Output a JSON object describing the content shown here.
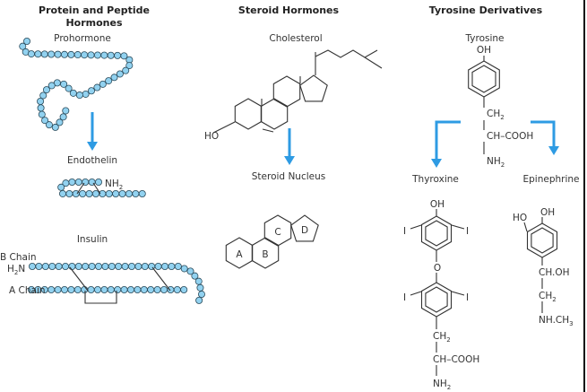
{
  "columns": {
    "protein": {
      "title_line1": "Protein and Peptide",
      "title_line2": "Hormones",
      "prohormone": "Prohormone",
      "endothelin": "Endothelin",
      "nh2": "NH",
      "insulin": "Insulin",
      "b_chain": "B Chain",
      "h2n": "H N",
      "a_chain": "A Chain"
    },
    "steroid": {
      "title": "Steroid Hormones",
      "cholesterol": "Cholesterol",
      "ho": "HO",
      "steroid_nucleus": "Steroid Nucleus",
      "rings": [
        "A",
        "B",
        "C",
        "D"
      ]
    },
    "tyrosine": {
      "title": "Tyrosine Derivatives",
      "tyrosine": "Tyrosine",
      "oh": "OH",
      "ch2": "CH",
      "ch_cooh": "CH–COOH",
      "nh2": "NH",
      "thyroxine": "Thyroxine",
      "epinephrine": "Epinephrine",
      "iodine": "I",
      "oxygen": "O",
      "ho": "HO",
      "choh": "CH.OH",
      "nhch3": "NH.CH"
    }
  },
  "colors": {
    "arrow": "#2e9be3",
    "bead": "#92d2f0",
    "bead_stroke": "#2a4a5a"
  }
}
